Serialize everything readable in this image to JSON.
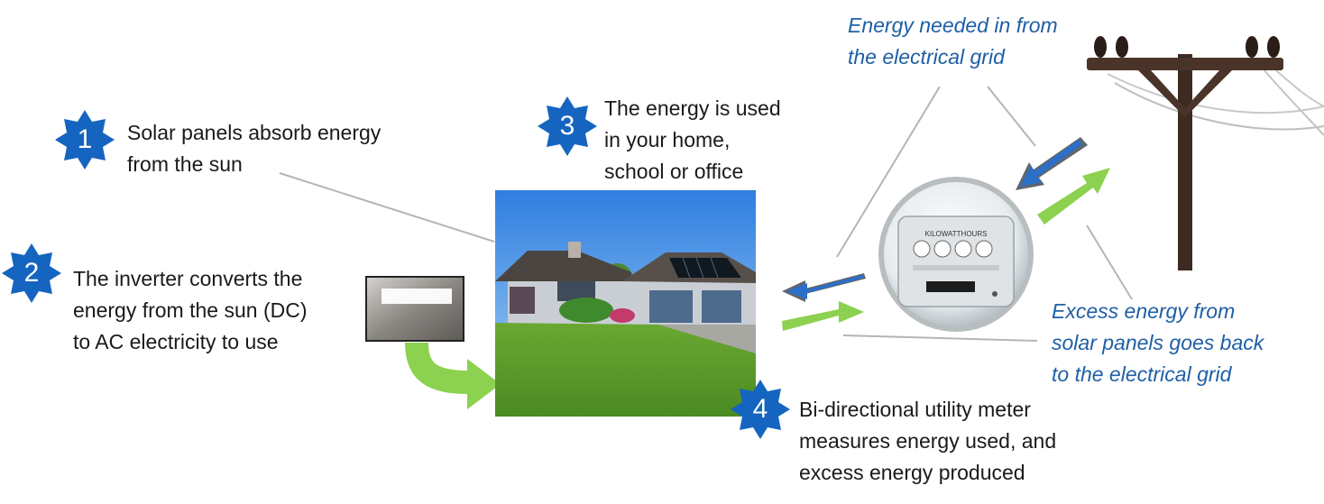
{
  "steps": [
    {
      "number": "1",
      "text": "Solar panels absorb energy\nfrom the sun"
    },
    {
      "number": "2",
      "text": "The inverter converts the\nenergy from the sun (DC)\nto AC electricity to use"
    },
    {
      "number": "3",
      "text": "The energy is used\nin your home,\nschool or office"
    },
    {
      "number": "4",
      "text": "Bi-directional utility meter\nmeasures energy used, and\nexcess energy produced"
    }
  ],
  "grid_labels": {
    "incoming": "Energy needed in from\nthe electrical grid",
    "outgoing": "Excess energy from\nsolar panels goes back\nto the electrical grid"
  },
  "meter": {
    "label": "KILOWATTHOURS"
  },
  "colors": {
    "badge": "#1565c0",
    "green_arrow": "#8cd14f",
    "blue_arrow": "#2b6fc9",
    "label_blue": "#1f5fa6",
    "connector": "#b5b5b5"
  }
}
